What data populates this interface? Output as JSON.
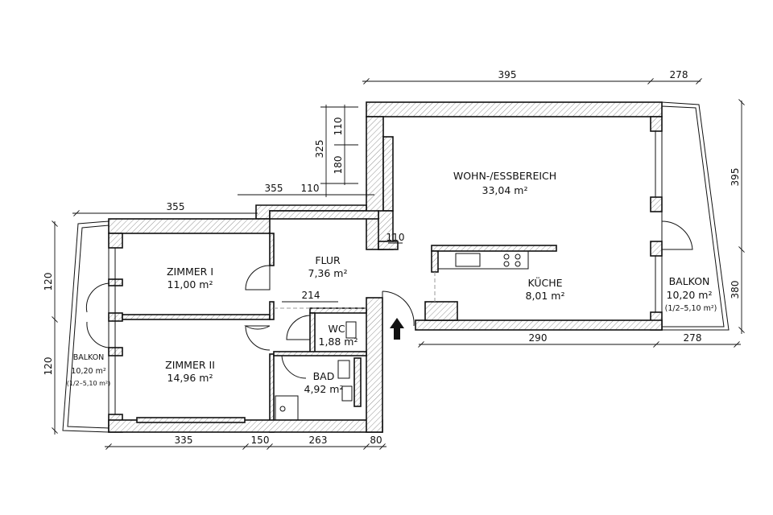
{
  "rooms": {
    "wohn": {
      "name": "WOHN-/ESSBEREICH",
      "area": "33,04 m²"
    },
    "kueche": {
      "name": "KÜCHE",
      "area": "8,01 m²"
    },
    "flur": {
      "name": "FLUR",
      "area": "7,36 m²"
    },
    "zimmer1": {
      "name": "ZIMMER I",
      "area": "11,00 m²"
    },
    "zimmer2": {
      "name": "ZIMMER II",
      "area": "14,96 m²"
    },
    "wc": {
      "name": "WC",
      "area": "1,88 m²"
    },
    "bad": {
      "name": "BAD",
      "area": "4,92 m²"
    },
    "balkon_left": {
      "name": "BALKON",
      "area": "10,20 m²",
      "half": "(1/2–5,10 m²)"
    },
    "balkon_right": {
      "name": "BALKON",
      "area": "10,20 m²",
      "half": "(1/2–5,10 m²)"
    }
  },
  "dimensions": {
    "top_living": "395",
    "top_balcony": "278",
    "right_upper": "395",
    "right_lower": "380",
    "bottom_kitchen": "290",
    "bottom_balcony": "278",
    "left_top": "355",
    "left_upper": "120",
    "left_lower": "120",
    "bottom_1": "335",
    "bottom_2": "150",
    "bottom_3": "263",
    "bottom_4": "80",
    "flur_width": "214",
    "step_355": "355",
    "step_110": "110",
    "vert_325": "325",
    "vert_110": "110",
    "vert_180": "180",
    "living_110": "110"
  }
}
